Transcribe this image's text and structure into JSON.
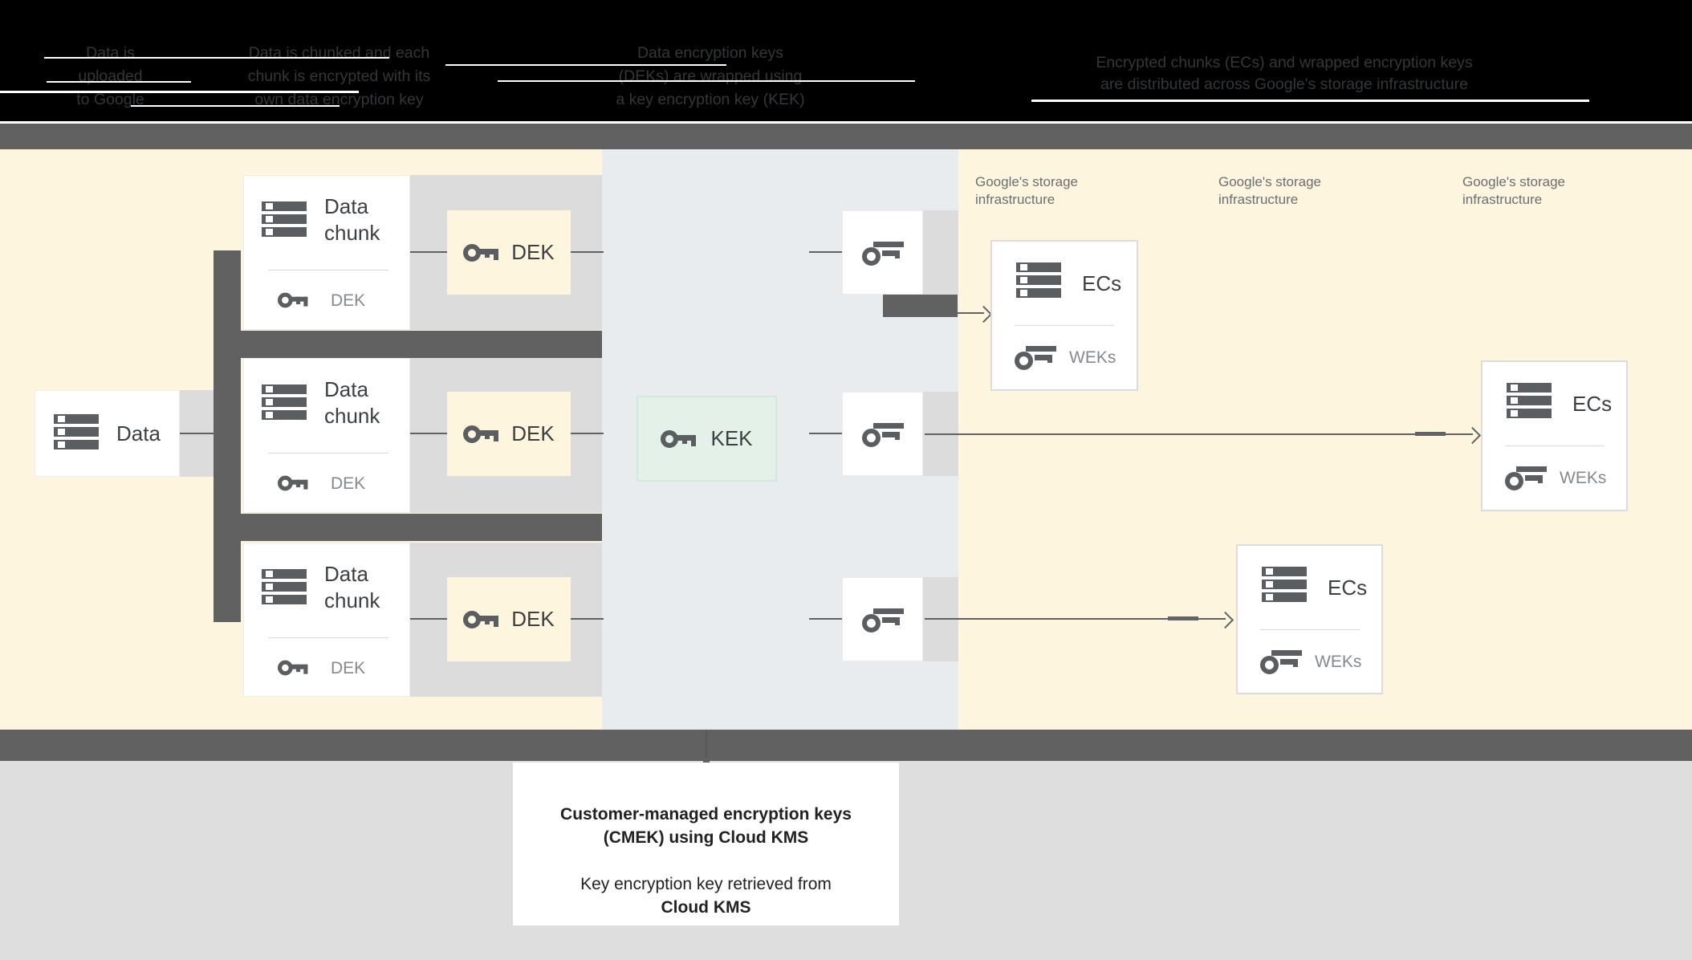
{
  "header": {
    "columns": [
      {
        "lines": [
          "Data is",
          "uploaded",
          "to Google"
        ]
      },
      {
        "lines": [
          "Data is chunked and each",
          "chunk is encrypted with its",
          "own data encryption key"
        ]
      },
      {
        "lines": [
          "Data encryption keys",
          "(DEKs) are wrapped using",
          "a key encryption key (KEK)"
        ]
      },
      {
        "lines": [
          "Encrypted chunks (ECs) and wrapped encryption keys",
          "are distributed across Google's storage infrastructure"
        ]
      }
    ]
  },
  "diagram": {
    "data_box": {
      "label": "Data"
    },
    "chunks": [
      {
        "title_line1": "Data",
        "title_line2": "chunk",
        "key_label": "DEK"
      },
      {
        "title_line1": "Data",
        "title_line2": "chunk",
        "key_label": "DEK"
      },
      {
        "title_line1": "Data",
        "title_line2": "chunk",
        "key_label": "DEK"
      }
    ],
    "dek_boxes": [
      {
        "label": "DEK"
      },
      {
        "label": "DEK"
      },
      {
        "label": "DEK"
      }
    ],
    "kek_box": {
      "label": "KEK"
    },
    "storage_labels": [
      {
        "line1": "Google's storage",
        "line2": "infrastructure"
      },
      {
        "line1": "Google's storage",
        "line2": "infrastructure"
      },
      {
        "line1": "Google's storage",
        "line2": "infrastructure"
      }
    ],
    "ecs_boxes": [
      {
        "title": "ECs",
        "key_label": "WEKs"
      },
      {
        "title": "ECs",
        "key_label": "WEKs"
      },
      {
        "title": "ECs",
        "key_label": "WEKs"
      }
    ]
  },
  "caption": {
    "line1": "Customer-managed encryption keys",
    "line2": "(CMEK) using Cloud KMS",
    "line3": "Key encryption key retrieved from",
    "line4": "Cloud KMS"
  },
  "colors": {
    "region_yellow": "#fdf5dd",
    "region_blue_gray": "#e8ecee",
    "connector_dark": "#616161",
    "band_gray": "#dcdcdc",
    "kek_green": "#e3f1e8",
    "bottom_gray": "#dedede",
    "header_black": "#000000"
  },
  "icons": {
    "data": "database-table-icon",
    "key": "key-icon"
  }
}
